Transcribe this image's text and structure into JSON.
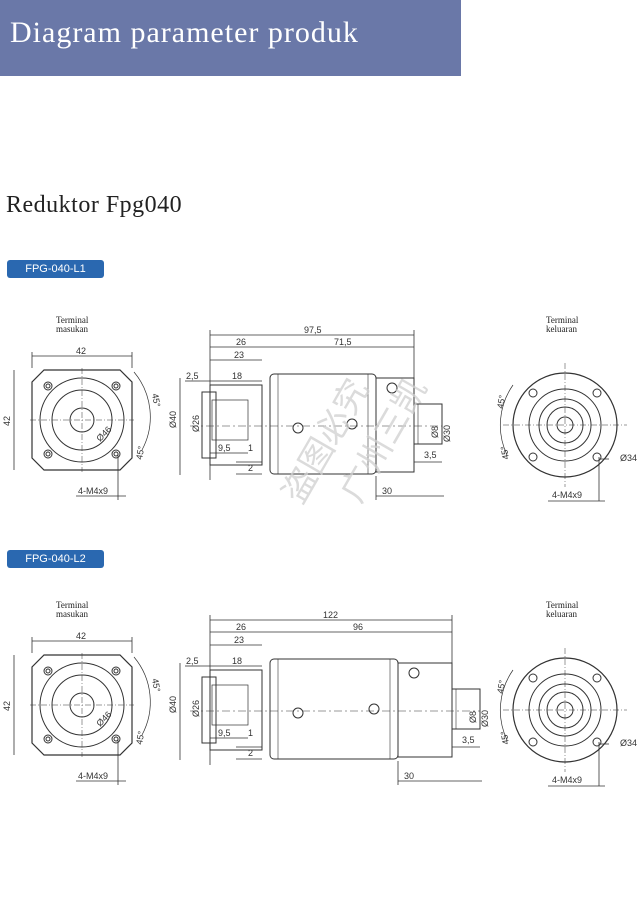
{
  "banner": {
    "title": "Diagram parameter produk"
  },
  "section": {
    "title": "Reduktor Fpg040"
  },
  "colors": {
    "banner": "#6a78a8",
    "tag": "#2a68b0",
    "line": "#333333"
  },
  "watermark": {
    "line1": "盗图必究",
    "line2": "广州三凯"
  },
  "drawings": [
    {
      "tag": "FPG-040-L1",
      "input_label": [
        "Terminal",
        "masukan"
      ],
      "output_label": [
        "Terminal",
        "keluaran"
      ],
      "dims": {
        "flange": "42",
        "height": "42",
        "bore": "Ø46",
        "angle45": "45°",
        "holes": "4-M4x9",
        "total": "97,5",
        "motor": "26",
        "body": "71,5",
        "d23": "23",
        "d18": "18",
        "d25": "2,5",
        "d95": "9,5",
        "d1": "1",
        "d2": "2",
        "dia40": "Ø40",
        "dia26": "Ø26",
        "dia8": "Ø8",
        "dia30": "Ø30",
        "d35": "3,5",
        "shaft": "30",
        "pcd": "Ø34"
      }
    },
    {
      "tag": "FPG-040-L2",
      "input_label": [
        "Terminal",
        "masukan"
      ],
      "output_label": [
        "Terminal",
        "keluaran"
      ],
      "dims": {
        "flange": "42",
        "height": "42",
        "bore": "Ø46",
        "angle45": "45°",
        "holes": "4-M4x9",
        "total": "122",
        "motor": "26",
        "body": "96",
        "d23": "23",
        "d18": "18",
        "d25": "2,5",
        "d95": "9,5",
        "d1": "1",
        "d2": "2",
        "dia40": "Ø40",
        "dia26": "Ø26",
        "dia8": "Ø8",
        "dia30": "Ø30",
        "d35": "3,5",
        "shaft": "30",
        "pcd": "Ø34"
      }
    }
  ]
}
